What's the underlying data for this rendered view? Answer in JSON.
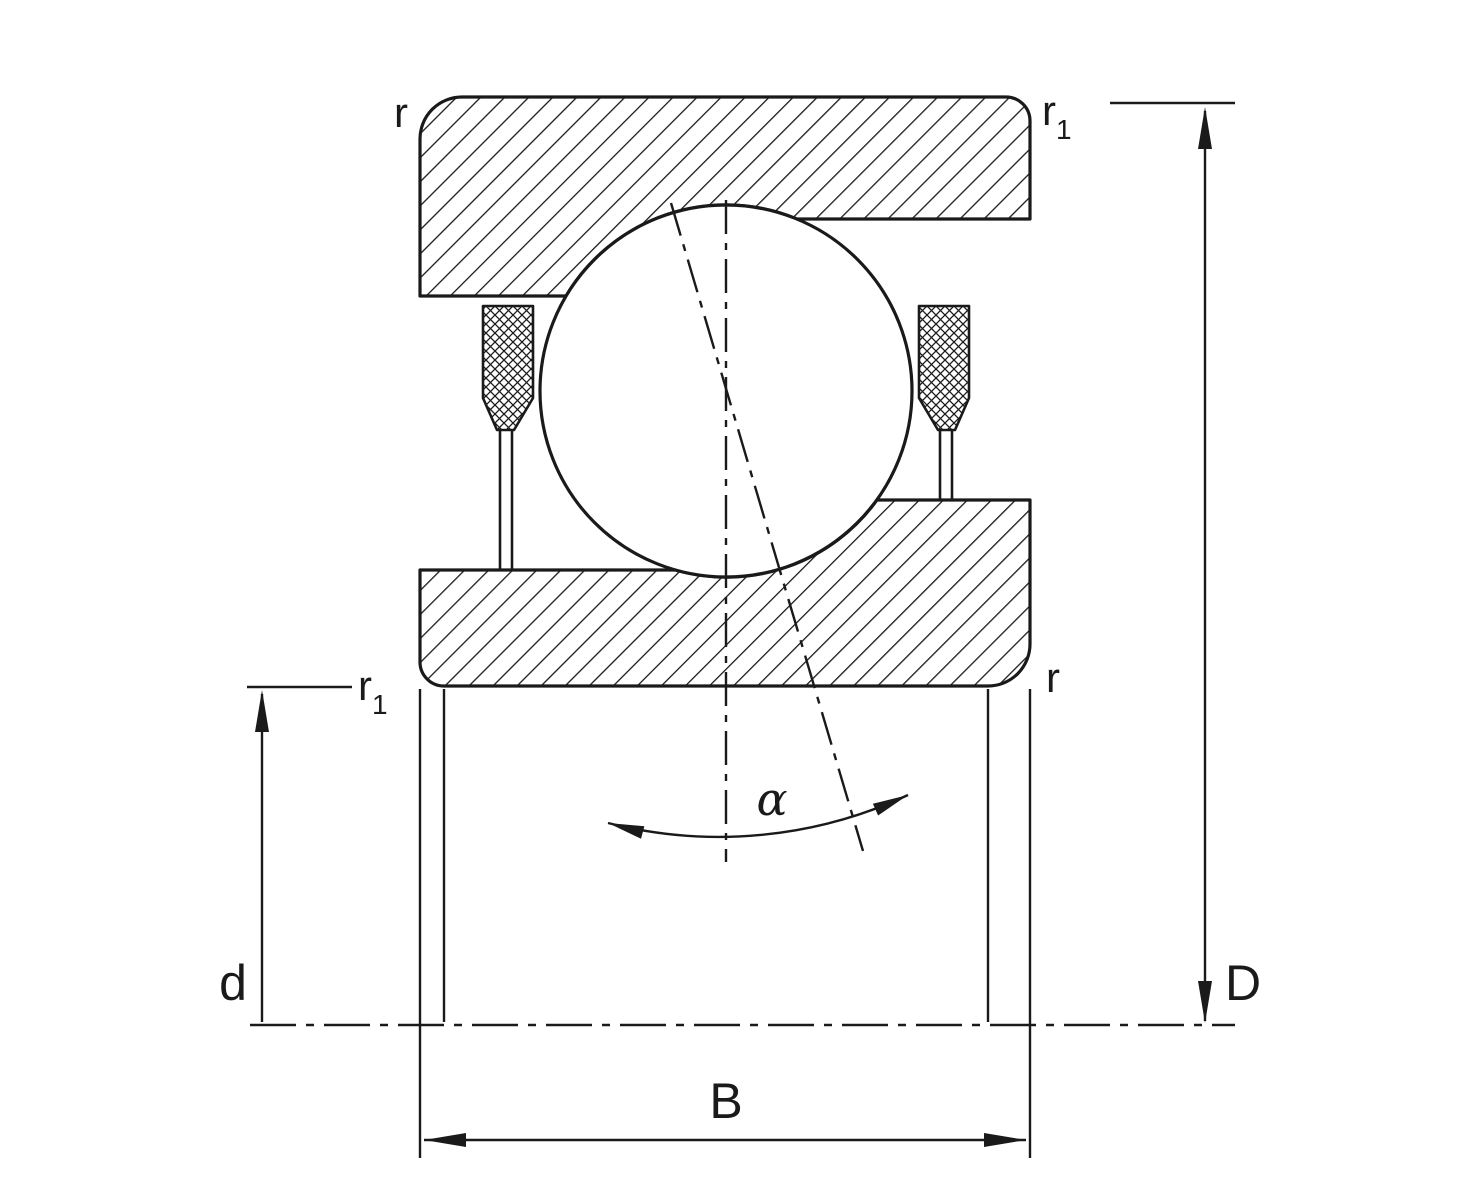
{
  "diagram_labels": {
    "chamfer_r": "r",
    "chamfer_r1_base": "r",
    "chamfer_r1_sub": "1",
    "bore_diameter": "d",
    "outer_diameter": "D",
    "width": "B",
    "contact_angle": "α"
  },
  "colors": {
    "line": "#1a1a1a",
    "background": "#ffffff"
  }
}
